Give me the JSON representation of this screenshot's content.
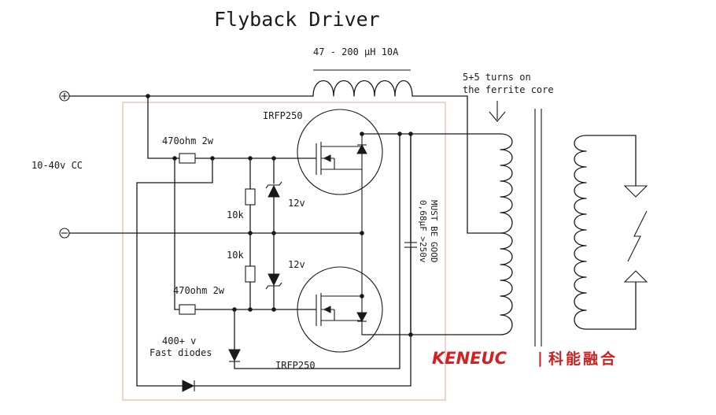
{
  "title": "Flyback Driver",
  "inductor_label": "47 - 200 µH 10A",
  "turns_line1": "5+5 turns on",
  "turns_line2": "the ferrite core",
  "supply_label": "10-40v CC",
  "plus_symbol": "+",
  "minus_symbol": "−",
  "mosfet_top_label": "IRFP250",
  "mosfet_bottom_label": "IRFP250",
  "resistor_top_label": "470ohm 2w",
  "resistor_bottom_label": "470ohm 2w",
  "r10k_top_label": "10k",
  "r10k_bottom_label": "10k",
  "zener_top_label": "12v",
  "zener_bottom_label": "12v",
  "diodes_line1": "400+ v",
  "diodes_line2": "Fast diodes",
  "cap_line1": "0,68µF >250v",
  "cap_line2": "MUST BE GOOD",
  "brand": {
    "latin": "KENEUC",
    "separator": "|",
    "chinese": "科能融合",
    "color": "#d42020"
  }
}
